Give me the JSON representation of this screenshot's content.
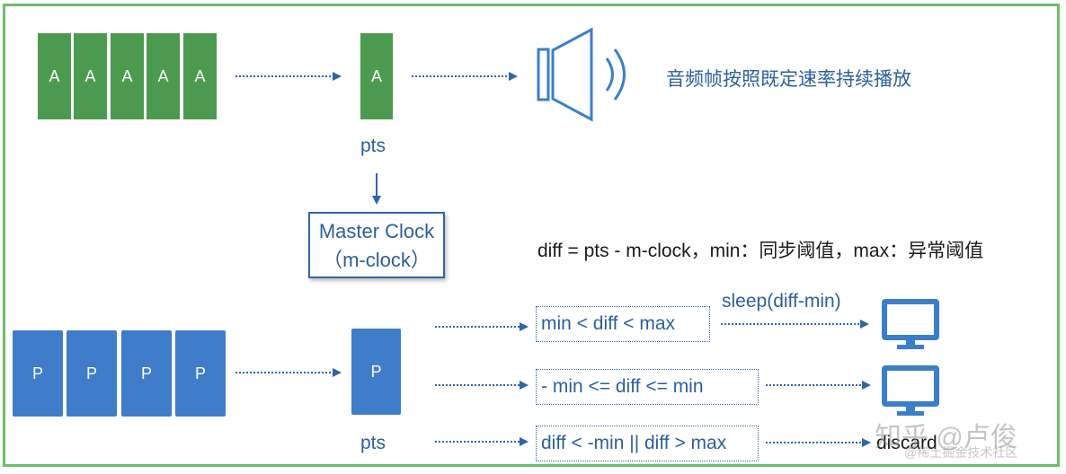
{
  "audio": {
    "frames": [
      "A",
      "A",
      "A",
      "A",
      "A"
    ],
    "current_frame": "A",
    "pts_label": "pts",
    "description": "音频帧按照既定速率持续播放"
  },
  "clock": {
    "line1": "Master Clock",
    "line2": "（m-clock）"
  },
  "formula": "diff = pts - m-clock，min：同步阈值，max：异常阈值",
  "video": {
    "frames": [
      "P",
      "P",
      "P",
      "P"
    ],
    "current_frame": "P",
    "pts_label": "pts"
  },
  "conditions": [
    {
      "label": "min < diff < max",
      "action": "sleep(diff-min)",
      "result_icon": "monitor-icon"
    },
    {
      "label": "- min <= diff <= min",
      "action": "",
      "result_icon": "monitor-icon"
    },
    {
      "label": "diff < -min || diff > max",
      "action": "",
      "result": "discard"
    }
  ],
  "watermark": {
    "line1": "知乎 @卢俊",
    "line2": "@稀土掘金技术社区"
  },
  "colors": {
    "frame_border": "#6dbf6a",
    "audio_green": "#4b9a4f",
    "video_blue": "#3f7cc9",
    "line_blue": "#2f66a8"
  }
}
